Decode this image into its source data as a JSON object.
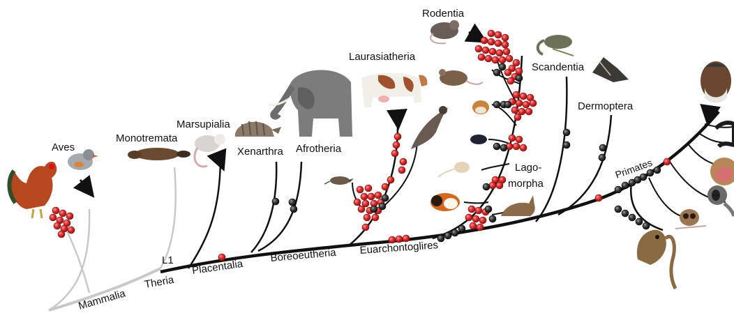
{
  "labels": {
    "aves": "Aves",
    "monotremata": "Monotremata",
    "marsupialia": "Marsupialia",
    "xenarthra": "Xenarthra",
    "afrotheria": "Afrotheria",
    "laurasiatheria": "Laurasiatheria",
    "rodentia": "Rodentia",
    "scandentia": "Scandentia",
    "dermoptera": "Dermoptera",
    "lagomorpha_line1": "Lago-",
    "lagomorpha_line2": "morpha",
    "primates": "Primates",
    "mammalia": "Mammalia",
    "theria": "Theria",
    "l1": "L1",
    "placentalia": "Placentalia",
    "boreoeutheria": "Boreoeutheria",
    "euarchontoglires": "Euarchontoglires"
  },
  "icons": {
    "rooster": "rooster-icon",
    "finch": "zebra-finch-icon",
    "platypus": "platypus-icon",
    "opossum": "opossum-icon",
    "armadillo": "armadillo-icon",
    "elephant": "elephant-icon",
    "cow": "cow-icon",
    "bat": "bat-icon",
    "shrew": "shrew-icon",
    "rat": "rat-icon",
    "mouse": "mouse-icon",
    "hamster": "hamster-icon",
    "mole": "mole-icon",
    "jerboa": "jerboa-icon",
    "guinea_pig": "guinea-pig-icon",
    "hare": "hare-icon",
    "tree_shrew": "tree-shrew-icon",
    "colugo": "colugo-icon",
    "human": "human-icon",
    "macaque": "macaque-icon",
    "marmoset": "marmoset-icon",
    "tarsier": "tarsier-icon",
    "bushbaby": "bushbaby-icon",
    "chimp_arm": "primate-arm-icon"
  },
  "colors": {
    "insertion_dot": "#d92a2a",
    "loss_dot": "#333333",
    "branch_main": "#111111",
    "branch_faded": "#c8c8c8"
  }
}
